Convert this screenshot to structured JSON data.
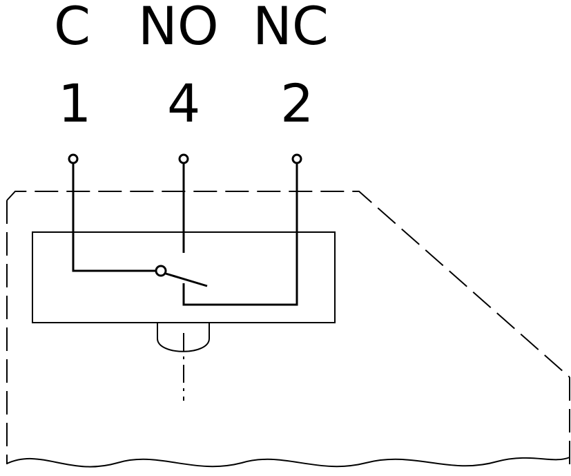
{
  "terminals": [
    {
      "name": "C",
      "number": "1"
    },
    {
      "name": "NO",
      "number": "4"
    },
    {
      "name": "NC",
      "number": "2"
    }
  ],
  "colors": {
    "ink": "#000000",
    "background": "#ffffff"
  }
}
